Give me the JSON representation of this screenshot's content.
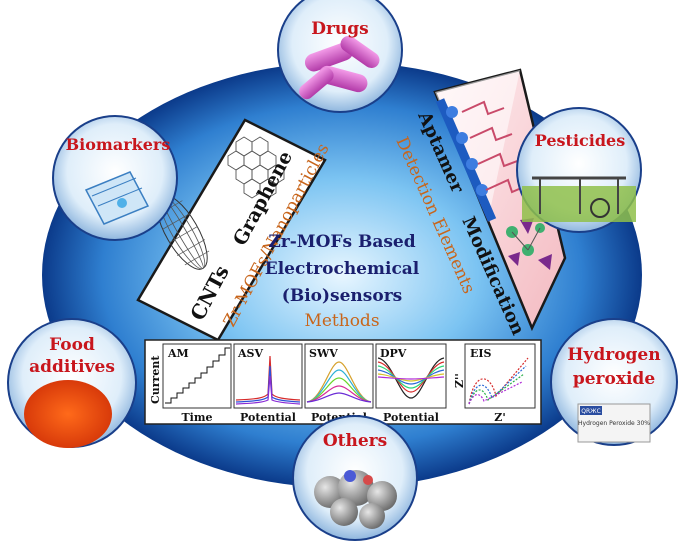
{
  "center": {
    "line1": "Zr-MOFs Based",
    "line2": "Electrochemical",
    "line3": "(Bio)sensors",
    "methods": "Methods"
  },
  "left_panel": {
    "cnts": "CNTs",
    "graphene": "Graphene",
    "category": "Zr-MOFs/Nanoparticles"
  },
  "right_panel": {
    "aptamer": "Aptamer",
    "modification": "Modification",
    "category": "Detection Elements"
  },
  "analytes": {
    "drugs": "Drugs",
    "biomarkers": "Biomarkers",
    "pesticides": "Pesticides",
    "food_line1": "Food",
    "food_line2": "additives",
    "hydrogen_line1": "Hydrogen",
    "hydrogen_line2": "peroxide",
    "others": "Others",
    "bottle_brand": "QRЖC",
    "bottle_text": "Hydrogen Peroxide 30%"
  },
  "methods_strip": {
    "am": {
      "title": "AM",
      "xlabel": "Time",
      "ylabel": "Current"
    },
    "asv": {
      "title": "ASV",
      "xlabel": "Potential"
    },
    "swv": {
      "title": "SWV",
      "xlabel": "Potential"
    },
    "dpv": {
      "title": "DPV",
      "xlabel": "Potential"
    },
    "eis": {
      "title": "EIS",
      "xlabel": "Z'",
      "ylabel": "Z''"
    }
  },
  "colors": {
    "ellipse_outer": "#0a3d8f",
    "ellipse_inner": "#4fa8e8",
    "analyte_label": "#c8161d",
    "center_text": "#1a1f6e",
    "category_text": "#c8651b"
  }
}
